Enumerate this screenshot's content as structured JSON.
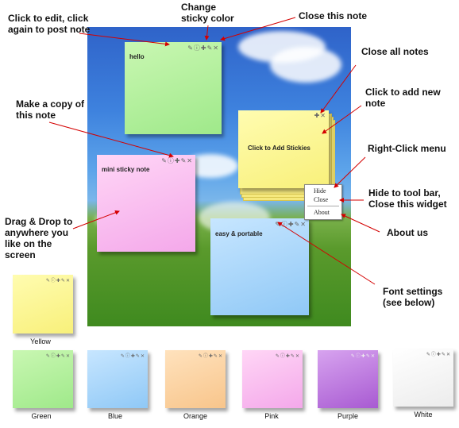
{
  "callouts": {
    "edit": "Click to edit, click again to post note",
    "change_color": "Change sticky color",
    "close_note": "Close this note",
    "close_all": "Close all notes",
    "add_note": "Click to add new note",
    "make_copy": "Make a copy of this note",
    "right_click": "Right-Click menu",
    "hide_close": "Hide to tool bar, Close this widget",
    "about_us": "About us",
    "drag_drop": "Drag & Drop to anywhere you like on the screen",
    "font_settings": "Font settings (see below)"
  },
  "notes": {
    "green_title": "hello",
    "pink_title": "mini sticky note",
    "blue_title": "easy & portable",
    "stack_title": "Click to Add Stickies"
  },
  "toolbar_icons": [
    "pencil-icon",
    "info-icon",
    "plus-icon",
    "color-icon",
    "close-icon"
  ],
  "context_menu": [
    "Hide",
    "Close",
    "About"
  ],
  "swatches": [
    "Yellow",
    "Green",
    "Blue",
    "Orange",
    "Pink",
    "Purple",
    "White"
  ],
  "colors": {
    "yellow": "#f8f07a",
    "green": "#9fe98a",
    "blue": "#8fc8f6",
    "orange": "#f8c58b",
    "pink": "#f4a8ea",
    "purple": "#a85ad2",
    "white": "#ececec"
  }
}
